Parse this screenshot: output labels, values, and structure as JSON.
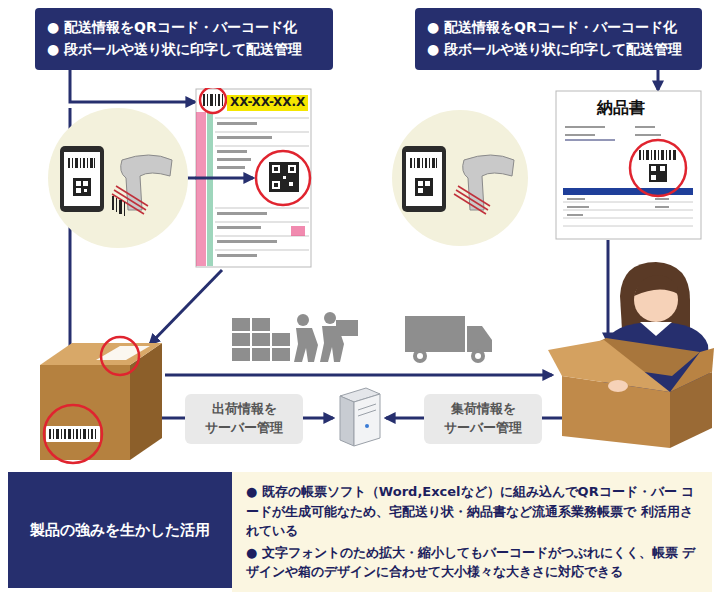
{
  "diagram": {
    "nodes": [
      {
        "text": [
          "● 配送情報をQRコード・バーコード化",
          "● 段ボールや送り状に印字して配送管理"
        ]
      },
      {
        "text": [
          "● 配送情報をQRコード・バーコード化",
          "● 段ボールや送り状に印字して配送管理"
        ]
      },
      {
        "text": [
          "XX-XX-XX.X"
        ]
      },
      {
        "text": [
          "納品書"
        ]
      },
      {
        "text": [
          "出荷情報を サーバー管理"
        ]
      },
      {
        "text": [
          "集荷情報を サーバー管理"
        ]
      },
      {
        "text": [
          "製品の強みを生かした活用"
        ]
      },
      {
        "text": [
          "● 既存の帳票ソフト（Word,Excelなど）に組み込んでQRコード・バー コードが生成可能なため、宅配送り状・納品書など流通系業務帳票で 利活用されている",
          "● 文字フォントのため拡大・縮小してもバーコードがつぶれにくく、帳票 デザインや箱のデザインに合わせて大小様々な大きさに対応できる"
        ]
      }
    ],
    "edges": [
      {
        "from": 0,
        "to": 2,
        "arrow": "to"
      },
      {
        "from": 1,
        "to": 3,
        "arrow": "to"
      }
    ]
  }
}
